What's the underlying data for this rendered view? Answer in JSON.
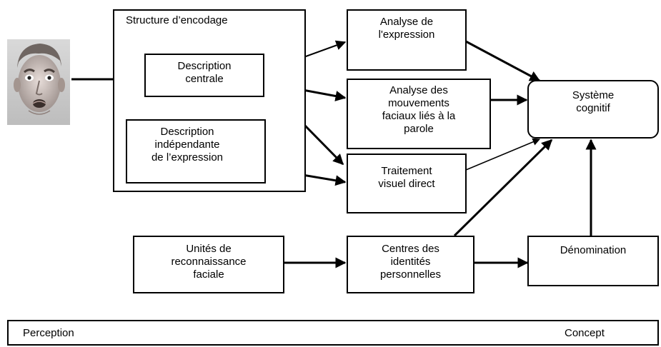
{
  "diagram": {
    "encoding_structure_title": "Structure d’encodage",
    "nodes": {
      "central_description": "Description\ncentrale",
      "independent_description": "Description\nindépendante\nde l’expression",
      "expression_analysis": "Analyse de\nl'expression",
      "lip_movement_analysis": "Analyse des\nmouvements\nfaciaux liés à la\nparole",
      "direct_visual_processing": "Traitement\nvisuel direct",
      "cognitive_system": "Système\ncognitif",
      "face_recognition_units": "Unités de\nreconnaissance\nfaciale",
      "person_identity_nodes": "Centres des\nidentités\npersonnelles",
      "naming": "Dénomination"
    },
    "continuum": {
      "left_label": "Perception",
      "right_label": "Concept"
    }
  },
  "colors": {
    "stroke": "#000000",
    "background": "#ffffff"
  }
}
